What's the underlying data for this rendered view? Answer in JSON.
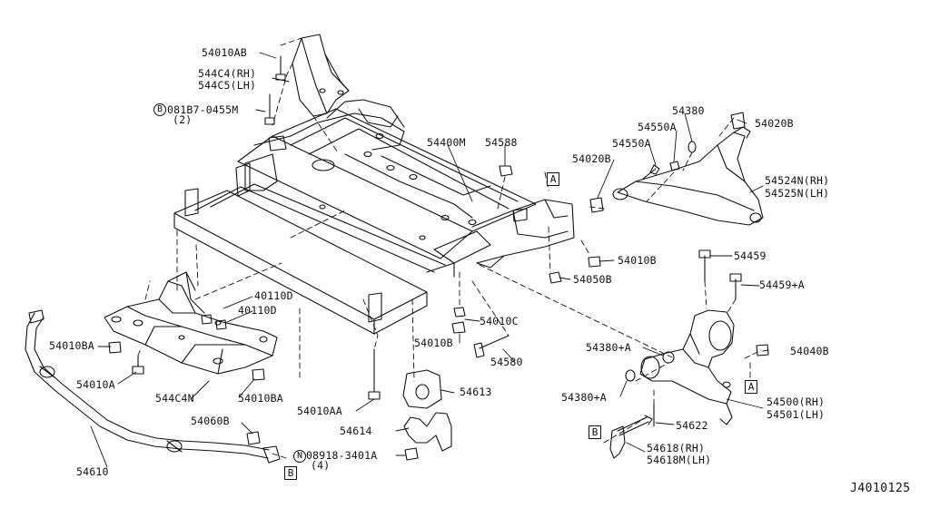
{
  "diagram_id": "J4010125",
  "refs": {
    "a": "A",
    "b": "B",
    "n": "N"
  },
  "labels": {
    "p54010AB": "54010AB",
    "p544C4RH": "544C4(RH)",
    "p544C5LH": "544C5(LH)",
    "p081B7": "081B7-0455M",
    "qty2": "(2)",
    "p54400M": "54400M",
    "p54588": "54588",
    "p54380": "54380",
    "p54550A_1": "54550A",
    "p54550A_2": "54550A",
    "p54020B_1": "54020B",
    "p54020B_2": "54020B",
    "p54524N": "54524N(RH)",
    "p54525N": "54525N(LH)",
    "p54010B_1": "54010B",
    "p54050B": "54050B",
    "p54459": "54459",
    "p54459A": "54459+A",
    "p40110D_1": "40110D",
    "p40110D_2": "40110D",
    "p54010BA_1": "54010BA",
    "p54010A": "54010A",
    "p544C4N": "544C4N",
    "p54010BA_2": "54010BA",
    "p54010C": "54010C",
    "p54010B_2": "54010B",
    "p54580": "54580",
    "p54380A_1": "54380+A",
    "p54040B": "54040B",
    "p54613": "54613",
    "p54010AA": "54010AA",
    "p54380A_2": "54380+A",
    "p54500RH": "54500(RH)",
    "p54501LH": "54501(LH)",
    "p54060B": "54060B",
    "p54614": "54614",
    "p54622": "54622",
    "p08918": "08918-3401A",
    "qty4": "(4)",
    "p54618RH": "54618(RH)",
    "p54618MLH": "54618M(LH)",
    "p54610": "54610"
  }
}
